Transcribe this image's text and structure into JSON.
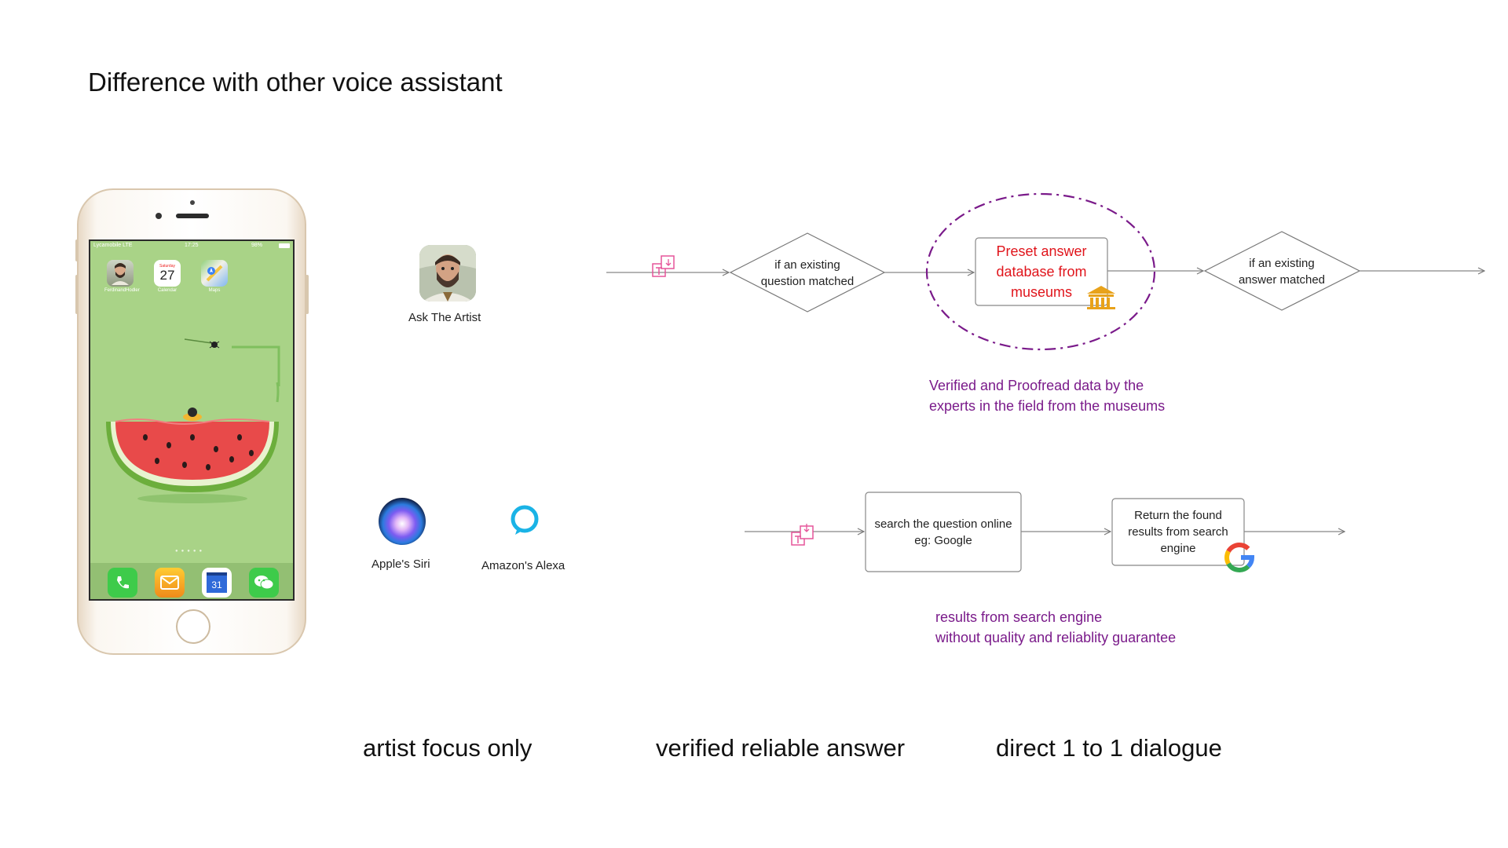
{
  "slide": {
    "title": "Difference with other voice assistant"
  },
  "phone": {
    "status_carrier": "Lycamobile  LTE",
    "status_time": "17:25",
    "status_battery": "98%",
    "apps": [
      {
        "label": "FerdinandHodler"
      },
      {
        "label": "Calendar",
        "weekday": "Saturday",
        "day": "27"
      },
      {
        "label": "Maps"
      }
    ],
    "dock_calendar_day": "31",
    "dock_apps": [
      "phone-icon",
      "mail-icon",
      "calendar-icon",
      "wechat-icon"
    ]
  },
  "assistants": {
    "artist_label": "Ask The Artist",
    "siri_label": "Apple's Siri",
    "alexa_label": "Amazon's Alexa"
  },
  "flow_top": {
    "diamond1": [
      "if an existing",
      "question matched"
    ],
    "database": [
      "Preset answer",
      "database from",
      "museums"
    ],
    "diamond2": [
      "if an existing",
      "answer matched"
    ],
    "note": [
      "Verified and Proofread data by the",
      "experts in the field from the museums"
    ]
  },
  "flow_bottom": {
    "search_box": [
      "search the question online",
      "eg: Google"
    ],
    "results_box": [
      "Return the found",
      "results from search",
      "engine"
    ],
    "note": [
      "results from search engine",
      "without quality and reliablity guarantee"
    ]
  },
  "footer": {
    "point1": "artist focus only",
    "point2": "verified reliable answer",
    "point3": "direct 1 to 1 dialogue"
  },
  "colors": {
    "accent_purple": "#7a1a8a",
    "database_text": "#e0141b",
    "ellipse_stroke": "#7a1a8a",
    "text_icon_pink": "#e5559a"
  }
}
